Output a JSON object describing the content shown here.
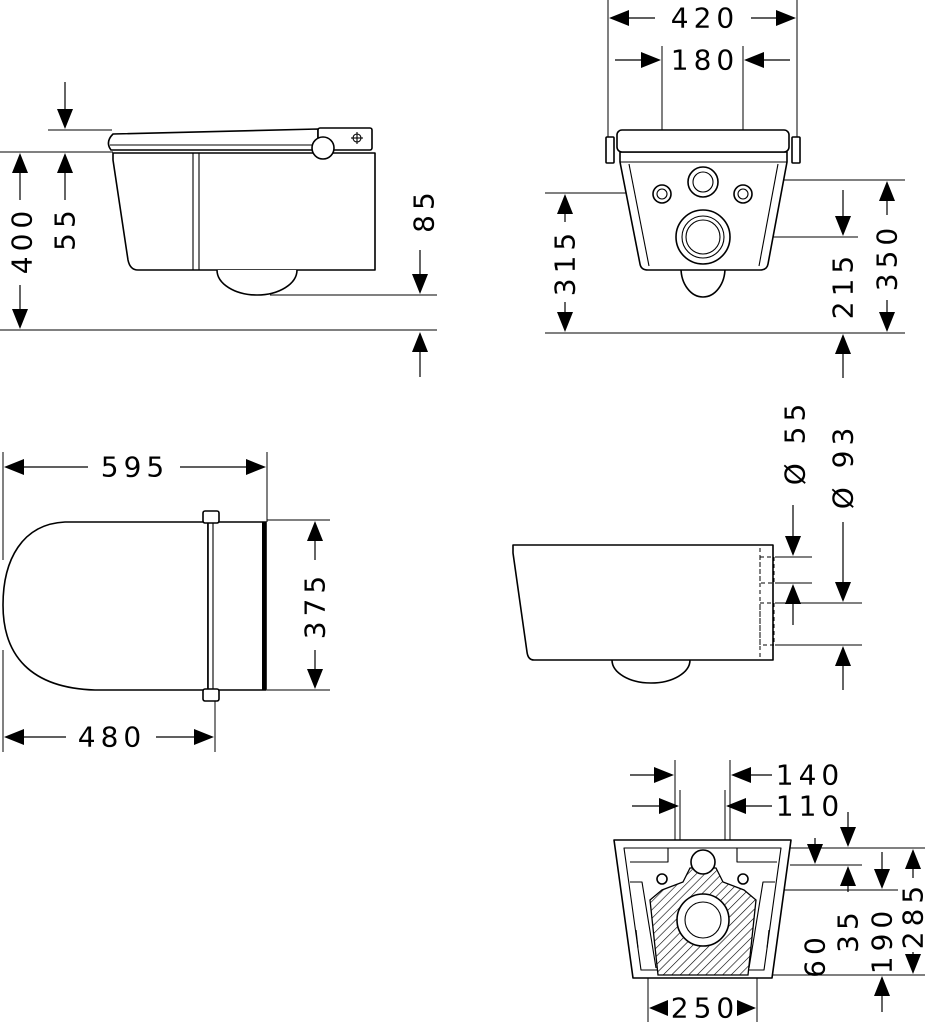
{
  "drawing": {
    "side_view": {
      "height_overall": "400",
      "seat_offset": "55",
      "outlet_height": "85"
    },
    "front_view": {
      "width_overall": "420",
      "fixing_spacing": "180",
      "fixing_height": "315",
      "outlet_height": "215",
      "top_height": "350"
    },
    "top_view": {
      "length_overall": "595",
      "projection": "480",
      "width": "375"
    },
    "connection_view": {
      "inlet_diameter": "Ø 55",
      "outlet_diameter": "Ø 93"
    },
    "frame_view": {
      "dim_140": "140",
      "dim_110": "110",
      "dim_60": "60",
      "dim_35": "35",
      "dim_190": "190",
      "dim_285": "285",
      "dim_250": "250"
    }
  },
  "icons": {
    "seat_control": "seat-control-icon"
  },
  "colors": {
    "line": "#000000",
    "background": "#ffffff"
  }
}
